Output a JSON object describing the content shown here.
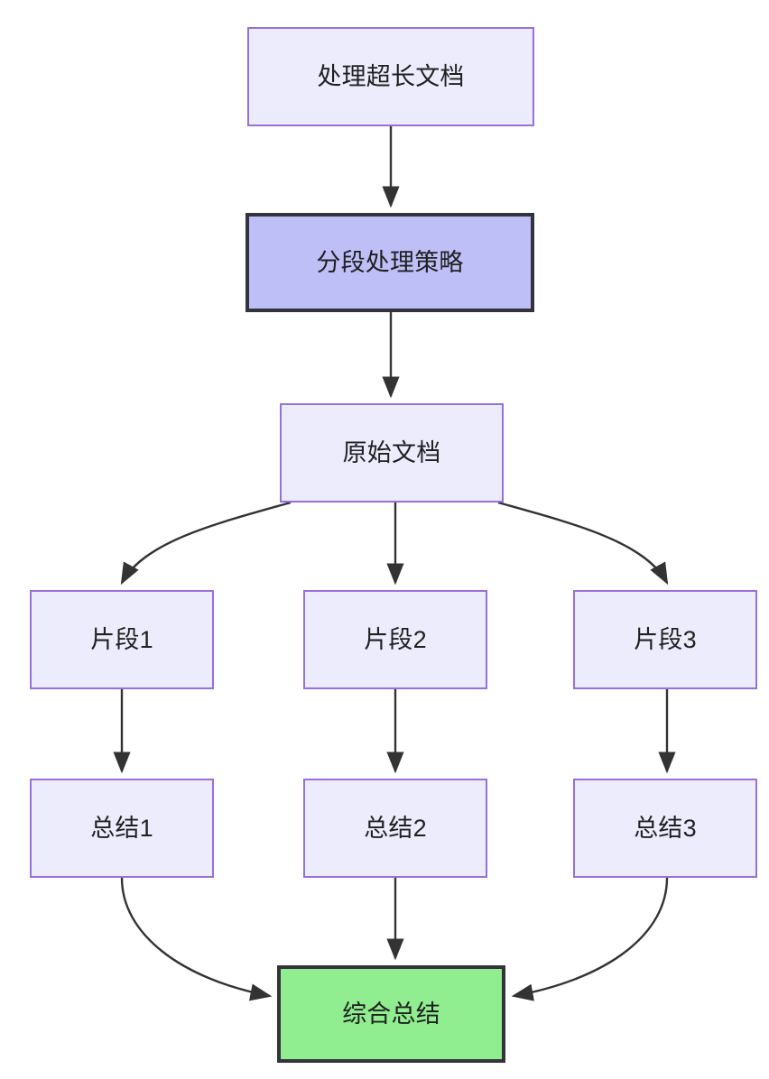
{
  "diagram": {
    "type": "flowchart",
    "direction": "top-down",
    "background_color": "#ffffff",
    "title_visible": false,
    "styles": {
      "normal_fill": "#ececfd",
      "normal_border": "#9670db",
      "highlight_fill": "#bfbff8",
      "highlight_border": "#33333b",
      "success_fill": "#90ee90",
      "success_border": "#33333b",
      "edge_color": "#333333",
      "text_color": "#1f2020"
    },
    "nodes": [
      {
        "id": "long-doc",
        "label": "处理超长文档",
        "style": "normal"
      },
      {
        "id": "chunk-strategy",
        "label": "分段处理策略",
        "style": "highlight"
      },
      {
        "id": "source-doc",
        "label": "原始文档",
        "style": "normal"
      },
      {
        "id": "fragment-1",
        "label": "片段1",
        "style": "normal"
      },
      {
        "id": "fragment-2",
        "label": "片段2",
        "style": "normal"
      },
      {
        "id": "fragment-3",
        "label": "片段3",
        "style": "normal"
      },
      {
        "id": "summary-1",
        "label": "总结1",
        "style": "normal"
      },
      {
        "id": "summary-2",
        "label": "总结2",
        "style": "normal"
      },
      {
        "id": "summary-3",
        "label": "总结3",
        "style": "normal"
      },
      {
        "id": "final-summary",
        "label": "综合总结",
        "style": "success"
      }
    ],
    "edges": [
      {
        "from": "long-doc",
        "to": "chunk-strategy",
        "label": "",
        "shape": "straight"
      },
      {
        "from": "chunk-strategy",
        "to": "source-doc",
        "label": "",
        "shape": "straight"
      },
      {
        "from": "source-doc",
        "to": "fragment-1",
        "label": "",
        "shape": "curve-left"
      },
      {
        "from": "source-doc",
        "to": "fragment-2",
        "label": "",
        "shape": "straight"
      },
      {
        "from": "source-doc",
        "to": "fragment-3",
        "label": "",
        "shape": "curve-right"
      },
      {
        "from": "fragment-1",
        "to": "summary-1",
        "label": "",
        "shape": "straight"
      },
      {
        "from": "fragment-2",
        "to": "summary-2",
        "label": "",
        "shape": "straight"
      },
      {
        "from": "fragment-3",
        "to": "summary-3",
        "label": "",
        "shape": "straight"
      },
      {
        "from": "summary-1",
        "to": "final-summary",
        "label": "",
        "shape": "curve-right"
      },
      {
        "from": "summary-2",
        "to": "final-summary",
        "label": "",
        "shape": "straight"
      },
      {
        "from": "summary-3",
        "to": "final-summary",
        "label": "",
        "shape": "curve-left"
      }
    ]
  }
}
